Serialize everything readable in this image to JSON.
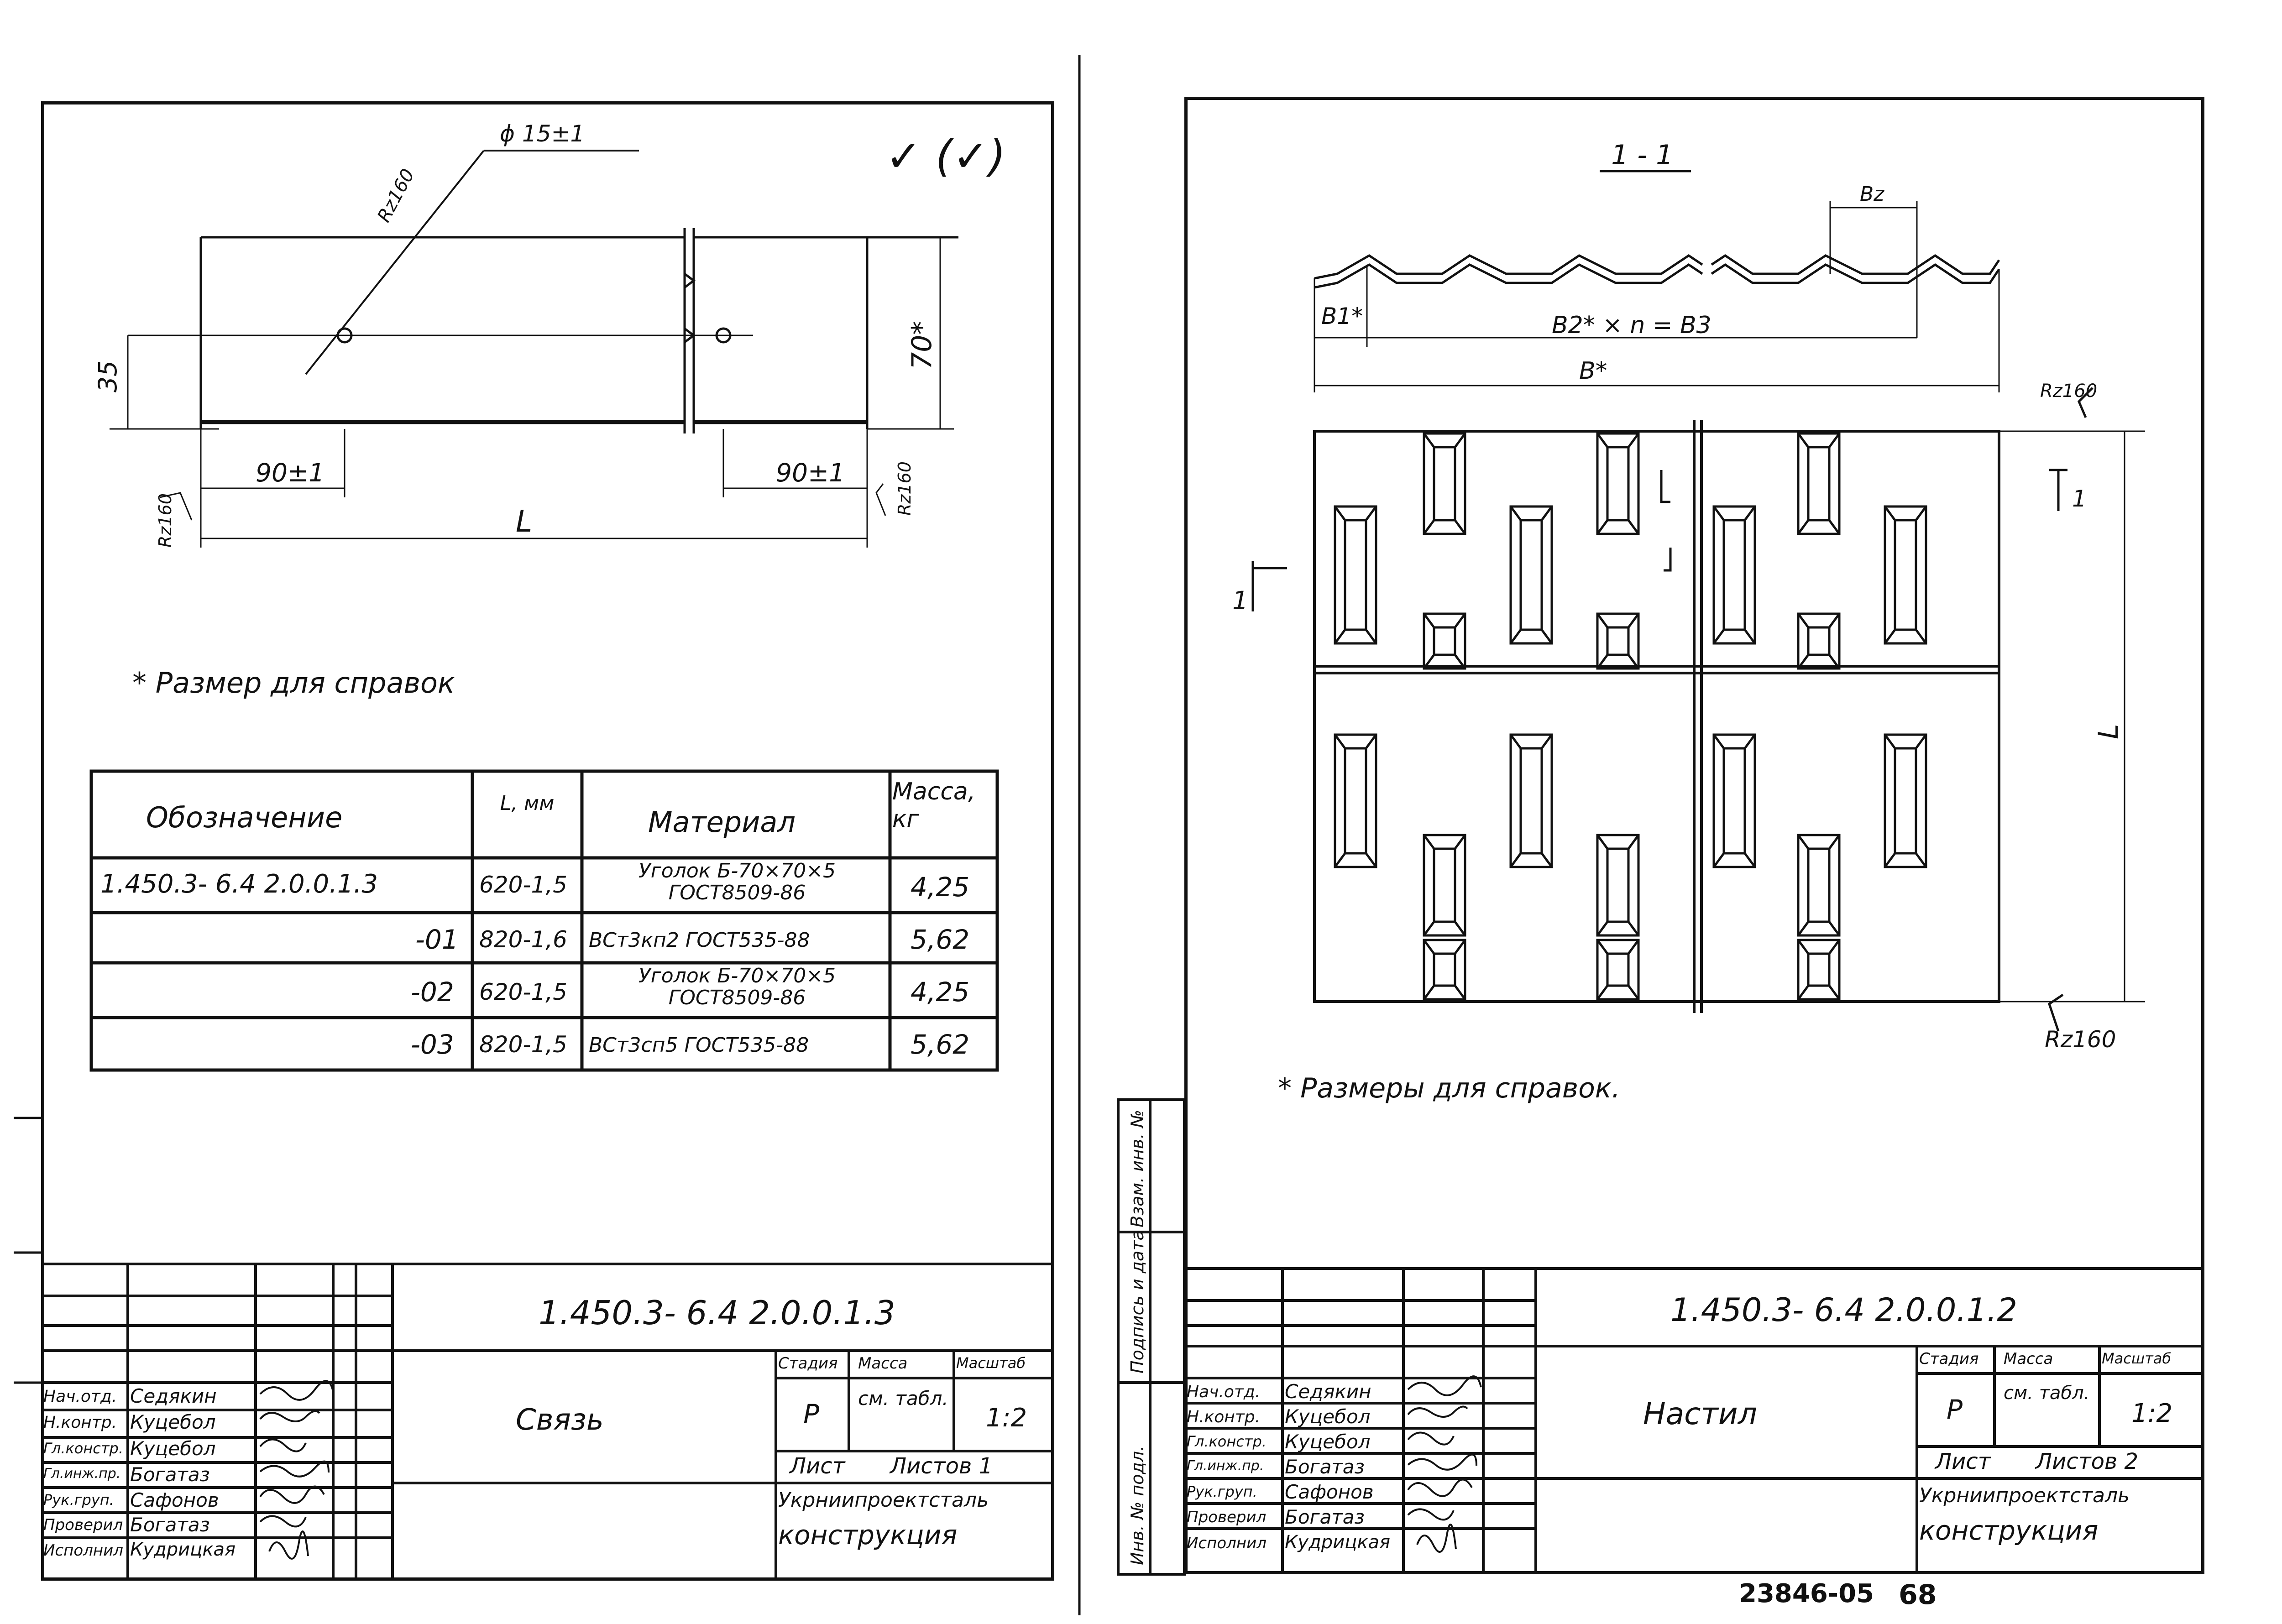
{
  "left_sheet": {
    "detail": {
      "hole_label": "ϕ 15±1",
      "rough_hole": "Rz160",
      "check_marks": "✓ (✓)",
      "dim_35": "35",
      "dim_70": "70*",
      "dim_90_left": "90±1",
      "dim_90_right": "90±1",
      "dim_L": "L",
      "rough_left": "Rz160",
      "rough_right": "Rz160"
    },
    "note": "* Размер для справок",
    "table": {
      "headers": {
        "designation": "Обозначение",
        "length": "L, мм",
        "material": "Материал",
        "mass": "Масса, кг"
      },
      "rows": [
        {
          "designation": "1.450.3- 6.4 2.0.0.1.3",
          "length": "620-1,5",
          "material": "Уголок Б-70×70×5 ГОСТ8509-86",
          "mass": "4,25"
        },
        {
          "designation": "-01",
          "length": "820-1,6",
          "material": "ВСт3кп2 ГОСТ535-88",
          "mass": "5,62"
        },
        {
          "designation": "-02",
          "length": "620-1,5",
          "material": "Уголок Б-70×70×5 ГОСТ8509-86",
          "mass": "4,25"
        },
        {
          "designation": "-03",
          "length": "820-1,5",
          "material": "ВСт3сп5 ГОСТ535-88",
          "mass": "5,62"
        }
      ]
    },
    "title_block": {
      "code": "1.450.3- 6.4 2.0.0.1.3",
      "name": "Связь",
      "stage_h": "Стадия",
      "mass_h": "Масса",
      "scale_h": "Масштаб",
      "stage": "Р",
      "mass": "см. табл.",
      "scale": "1:2",
      "sheet_h": "Лист",
      "sheets_h": "Листов 1",
      "org_1": "Укрниипроектсталь",
      "org_2": "конструкция",
      "people": [
        {
          "role": "Нач.отд.",
          "name": "Седякин"
        },
        {
          "role": "Н.контр.",
          "name": "Куцебол"
        },
        {
          "role": "Гл.констр.",
          "name": "Куцебол"
        },
        {
          "role": "Гл.инж.пр.",
          "name": "Богатаз"
        },
        {
          "role": "Рук.груп.",
          "name": "Сафонов"
        },
        {
          "role": "Проверил",
          "name": "Богатаз"
        },
        {
          "role": "Исполнил",
          "name": "Кудрицкая"
        }
      ]
    }
  },
  "right_sheet": {
    "section": {
      "label": "1 - 1",
      "dim_Bz": "Вz",
      "dim_B1": "В1*",
      "dim_B2n": "В2* × n = В3",
      "dim_B": "В*",
      "rough_top": "Rz160",
      "mark_left": "1",
      "mark_right": "1",
      "dim_L": "L",
      "rough_bottom": "Rz160"
    },
    "note": "* Размеры для справок.",
    "side_strip": [
      "Инв. № подл.",
      "Подпись и дата",
      "Взам. инв. №"
    ],
    "title_block": {
      "code": "1.450.3- 6.4 2.0.0.1.2",
      "name": "Настил",
      "stage_h": "Стадия",
      "mass_h": "Масса",
      "scale_h": "Масштаб",
      "stage": "Р",
      "mass": "см. табл.",
      "scale": "1:2",
      "sheet_h": "Лист",
      "sheets_h": "Листов 2",
      "org_1": "Укрниипроектсталь",
      "org_2": "конструкция",
      "people": [
        {
          "role": "Нач.отд.",
          "name": "Седякин"
        },
        {
          "role": "Н.контр.",
          "name": "Куцебол"
        },
        {
          "role": "Гл.констр.",
          "name": "Куцебол"
        },
        {
          "role": "Гл.инж.пр.",
          "name": "Богатаз"
        },
        {
          "role": "Рук.груп.",
          "name": "Сафонов"
        },
        {
          "role": "Проверил",
          "name": "Богатаз"
        },
        {
          "role": "Исполнил",
          "name": "Кудрицкая"
        }
      ]
    },
    "stamp": "23846-05",
    "page_number": "68"
  }
}
